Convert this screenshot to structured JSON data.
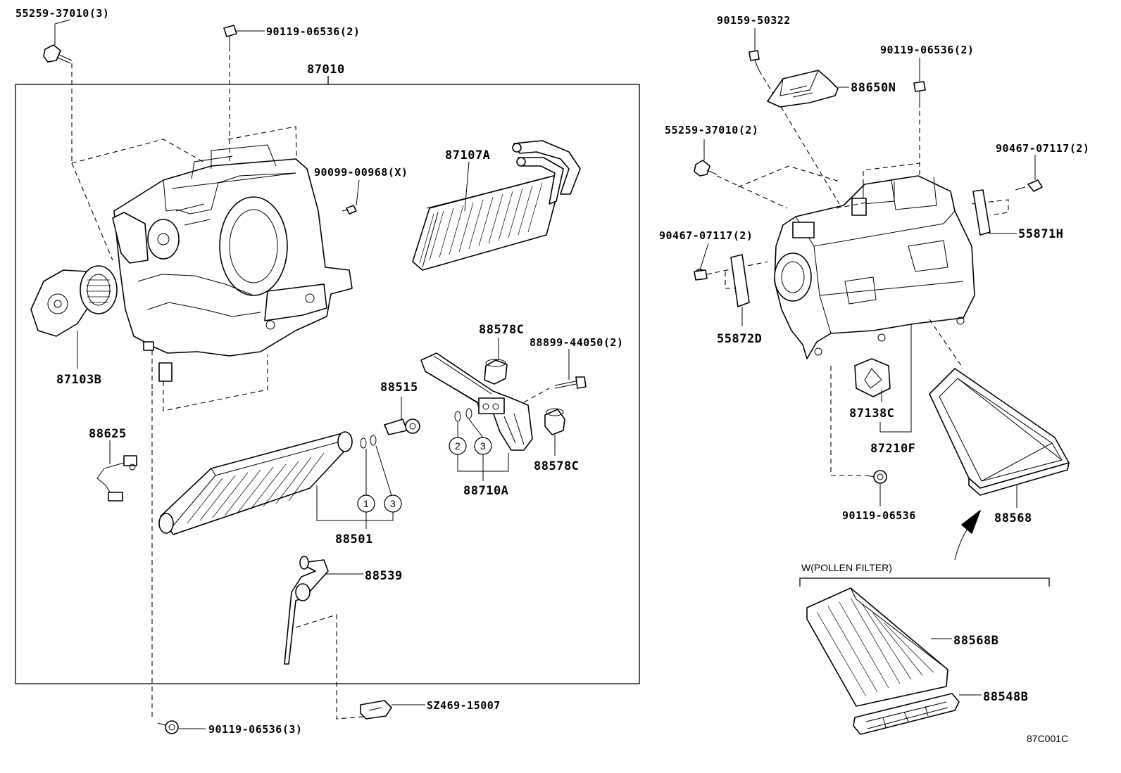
{
  "diagram_code": "87C001C",
  "group_box_label": "87010",
  "callouts": {
    "c1": "55259-37010(3)",
    "c2": "90119-06536(2)",
    "c3": "90099-00968(X)",
    "c4": "87107A",
    "c5": "87103B",
    "c6": "88578C",
    "c7": "88899-44050(2)",
    "c8": "88515",
    "c9": "88625",
    "c10": "88578C",
    "c11": "88710A",
    "c12": "88501",
    "c13": "88539",
    "c14": "SZ469-15007",
    "c15": "90119-06536(3)",
    "c16": "90159-50322",
    "c17": "88650N",
    "c18": "90119-06536(2)",
    "c19": "55259-37010(2)",
    "c20": "90467-07117(2)",
    "c21": "90467-07117(2)",
    "c22": "55871H",
    "c23": "55872D",
    "c24": "87138C",
    "c25": "87210F",
    "c26": "90119-06536",
    "c27": "88568",
    "c28": "88568B",
    "c29": "88548B"
  },
  "sub_caption": "W(POLLEN FILTER)",
  "circled_refs": [
    "1",
    "3",
    "2",
    "3"
  ]
}
